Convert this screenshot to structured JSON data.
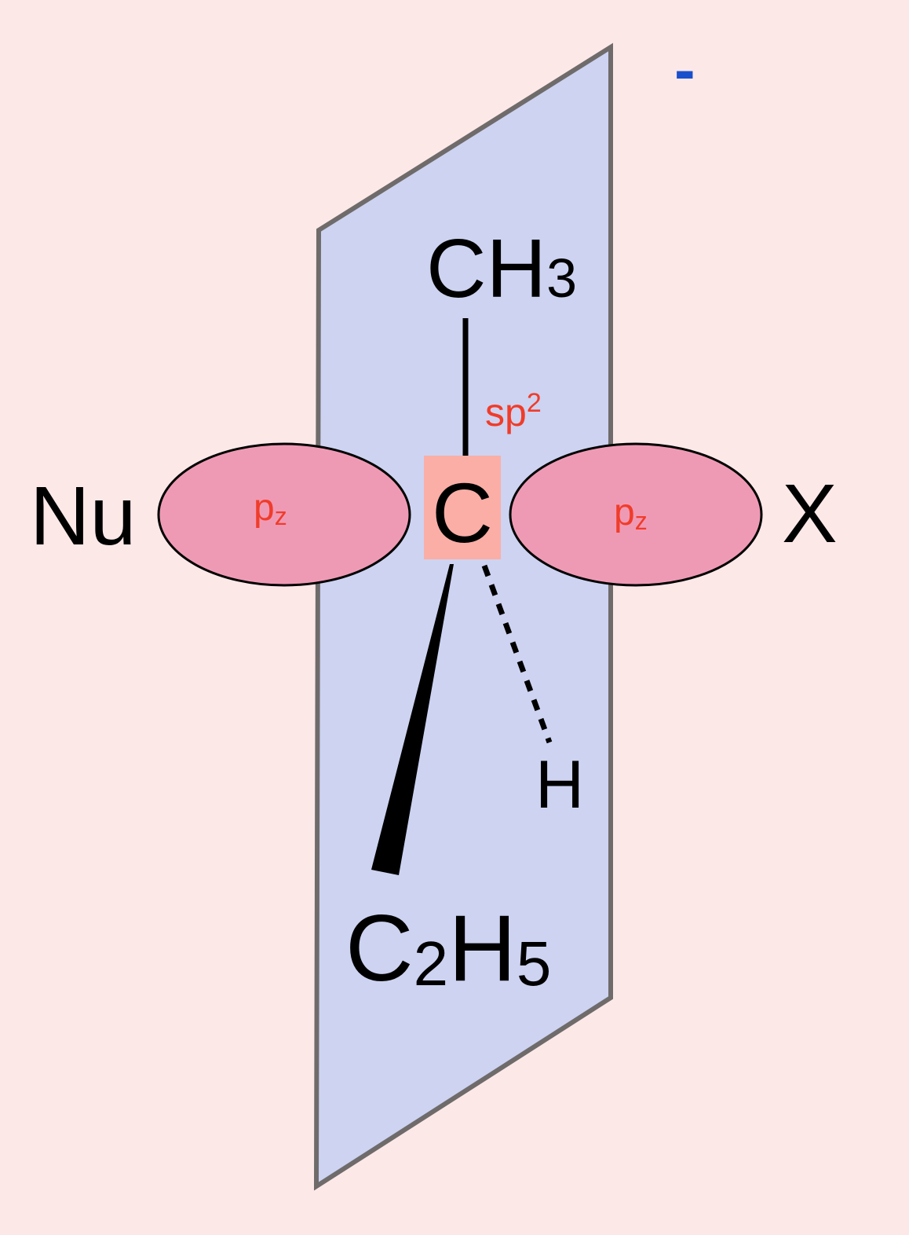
{
  "colors": {
    "background": "#fde8e8",
    "plane": "#cdd3f1",
    "plane_border": "#6f6b6b",
    "orbital": "#ef9ab5",
    "carbon_box": "#fbaea6",
    "label_red": "#f03c2a",
    "charge_blue": "#1a4fcc"
  },
  "labels": {
    "charge": "-",
    "ch3": {
      "main": "CH",
      "sub": "3"
    },
    "hybridization": {
      "main": "sp",
      "sup": "2"
    },
    "carbon": "C",
    "nucleophile": "Nu",
    "leaving_group": "X",
    "orbital_left": {
      "main": "p",
      "sub": "z"
    },
    "orbital_right": {
      "main": "p",
      "sub": "z"
    },
    "hydrogen": "H",
    "c2h5": {
      "c": "C",
      "sub1": "2",
      "h": "H",
      "sub2": "5"
    }
  }
}
